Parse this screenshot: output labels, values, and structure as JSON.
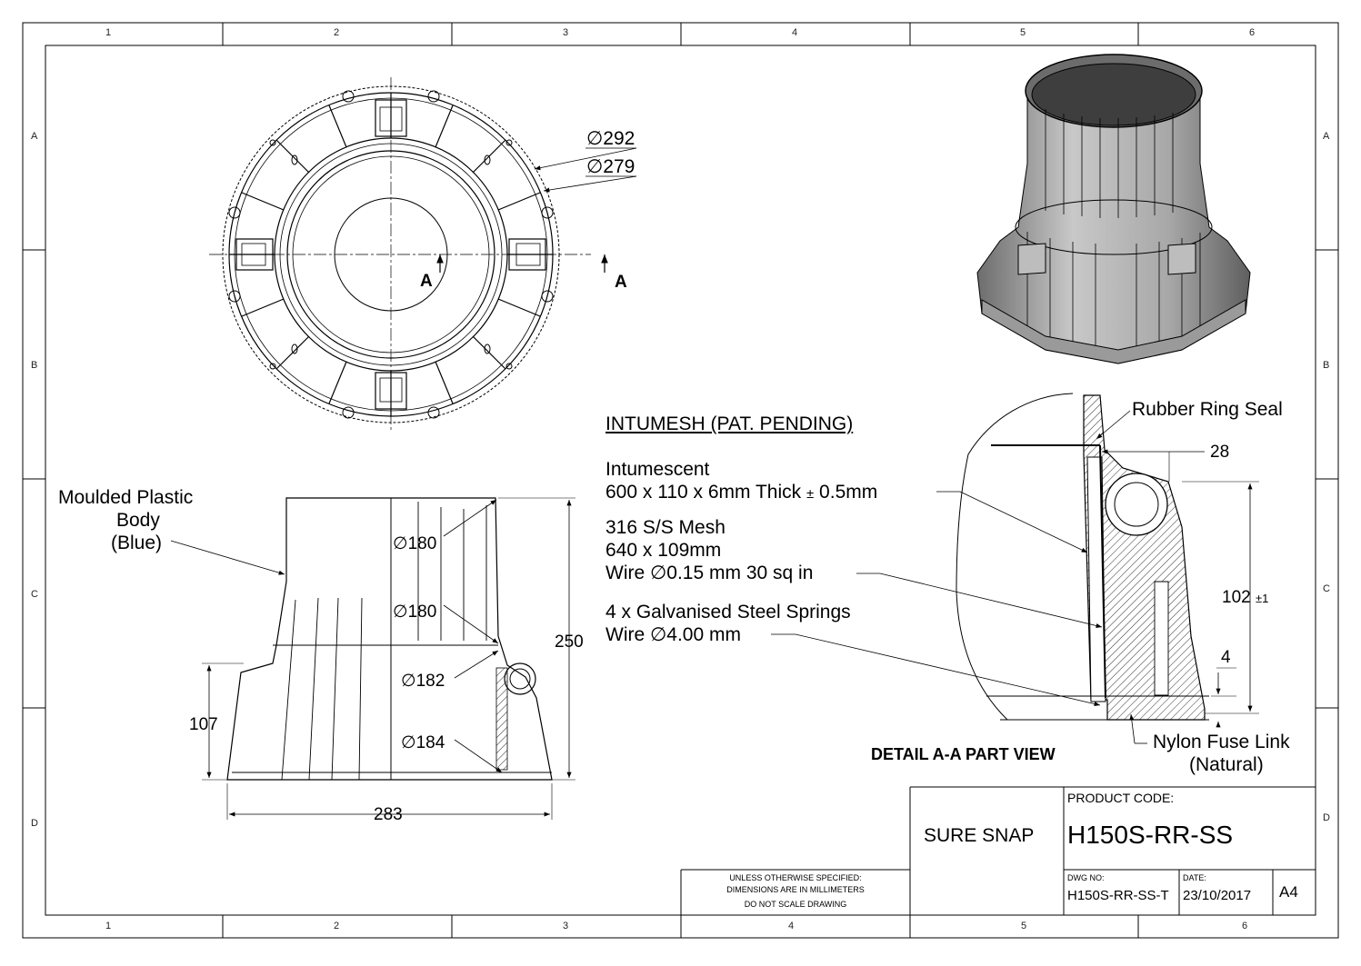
{
  "zones": {
    "top": [
      "1",
      "2",
      "3",
      "4",
      "5",
      "6"
    ],
    "bottom": [
      "1",
      "2",
      "3",
      "4",
      "5",
      "6"
    ],
    "left": [
      "A",
      "B",
      "C",
      "D"
    ],
    "right": [
      "A",
      "B",
      "C",
      "D"
    ]
  },
  "top_view": {
    "dim_outer": "292",
    "dim_inner": "279",
    "section_letter_left": "A",
    "section_letter_right": "A",
    "diameter_symbol": "∅"
  },
  "front_view": {
    "callout_line1": "Moulded Plastic",
    "callout_line2": "Body",
    "callout_line3": "(Blue)",
    "dim_top_dia_1": "180",
    "dim_top_dia_2": "180",
    "dim_mid_dia": "182",
    "dim_base_dia": "184",
    "dim_height": "250",
    "dim_base_height": "107",
    "dim_width": "283"
  },
  "notes": {
    "title": "INTUMESH (PAT. PENDING)",
    "intumescent_1": "Intumescent",
    "intumescent_2a": "600 x 110 x 6mm Thick ",
    "intumescent_2b": "±",
    "intumescent_2c": " 0.5mm",
    "mesh_1": "316 S/S Mesh",
    "mesh_2": "640 x 109mm",
    "mesh_3a": "Wire ",
    "mesh_3b": "0.15 mm 30 sq in",
    "springs_1": "4 x Galvanised Steel Springs",
    "springs_2a": "Wire ",
    "springs_2b": "4.00 mm"
  },
  "detail": {
    "rubber_ring": "Rubber Ring Seal",
    "dim_28": "28",
    "dim_102": "102",
    "dim_102_tol": "±1",
    "dim_4": "4",
    "nylon_1": "Nylon Fuse Link",
    "nylon_2": "(Natural)",
    "caption": "DETAIL A-A PART VIEW"
  },
  "title_block": {
    "product_code_label": "PRODUCT CODE:",
    "name": "SURE SNAP",
    "product_code": "H150S-RR-SS",
    "notes_1": "UNLESS OTHERWISE SPECIFIED:",
    "notes_2": "DIMENSIONS ARE IN MILLIMETERS",
    "notes_3": "DO NOT SCALE DRAWING",
    "dwg_no_label": "DWG NO:",
    "dwg_no": "H150S-RR-SS-T",
    "date_label": "DATE:",
    "date": "23/10/2017",
    "size": "A4"
  }
}
